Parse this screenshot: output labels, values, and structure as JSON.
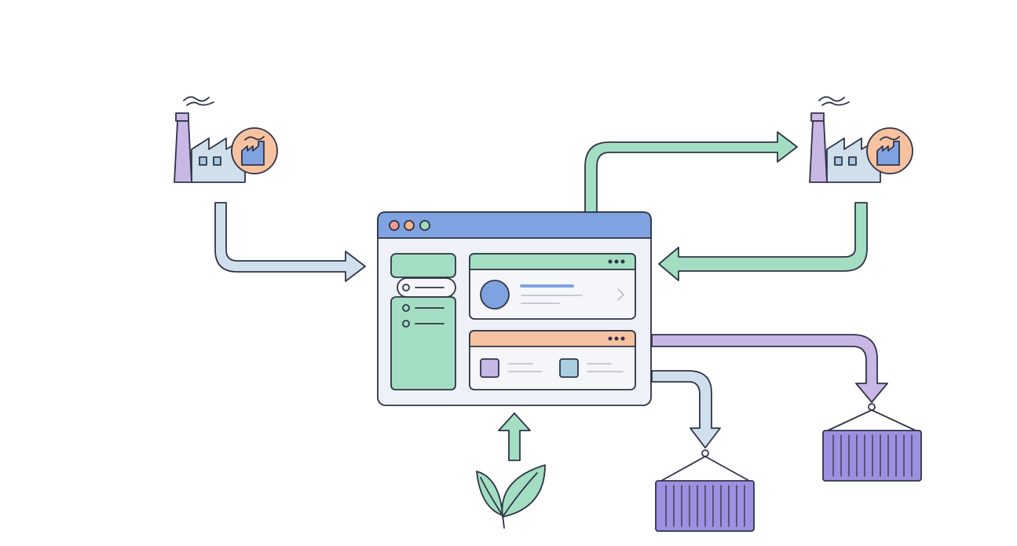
{
  "colors": {
    "outline": "#2f3447",
    "green": "#a3dec3",
    "green_stroke": "#8fd3b6",
    "blue": "#b9d6e6",
    "purple": "#c9b7e6",
    "violet": "#8c86d9",
    "crate_purple": "#9c91e0",
    "titlebar": "#7fa2e0",
    "orange": "#f6c2a0",
    "window_bg": "#eef1f7",
    "dot_red": "#ef9a94",
    "dot_orange": "#f2b48a",
    "dot_green": "#9fdcbd"
  },
  "nodes": [
    {
      "id": "supplier-factory",
      "icon": "factory-icon"
    },
    {
      "id": "customer-factory",
      "icon": "factory-icon"
    },
    {
      "id": "supply-chain-app",
      "icon": "browser-window-icon"
    },
    {
      "id": "sustainability-input",
      "icon": "leaf-icon"
    },
    {
      "id": "shipment-crate-1",
      "icon": "shipping-crate-icon"
    },
    {
      "id": "shipment-crate-2",
      "icon": "shipping-crate-icon"
    }
  ],
  "edges": [
    {
      "from": "supplier-factory",
      "to": "supply-chain-app",
      "color": "blue"
    },
    {
      "from": "supply-chain-app",
      "to": "customer-factory",
      "color": "green"
    },
    {
      "from": "customer-factory",
      "to": "supply-chain-app",
      "color": "green"
    },
    {
      "from": "supply-chain-app",
      "to": "shipment-crate-2",
      "color": "purple"
    },
    {
      "from": "supply-chain-app",
      "to": "shipment-crate-1",
      "color": "blue"
    },
    {
      "from": "sustainability-input",
      "to": "supply-chain-app",
      "color": "green"
    }
  ]
}
